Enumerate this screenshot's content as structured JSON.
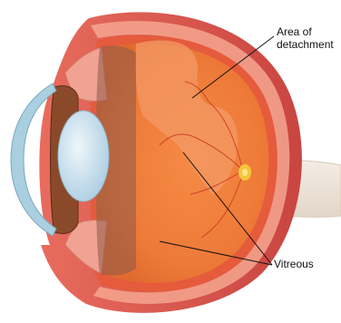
{
  "labels": {
    "area_of_detachment": {
      "line1": "Area of",
      "line2": "detachment"
    },
    "vitreous": "Vitreous"
  },
  "colors": {
    "sclera_outer": "#d8514a",
    "sclera_highlight": "#f3a08f",
    "retina_orange": "#f07a3a",
    "detached_retina": "#f2925f",
    "iris_brown": "#8a4a2a",
    "lens_blue": "#c7e3f0",
    "cornea_blue": "#a9cfe0",
    "optic_nerve": "#efe6dc",
    "vessel_red": "#c8321e",
    "macula_yellow": "#f7c53a",
    "leader_line": "#111111"
  }
}
